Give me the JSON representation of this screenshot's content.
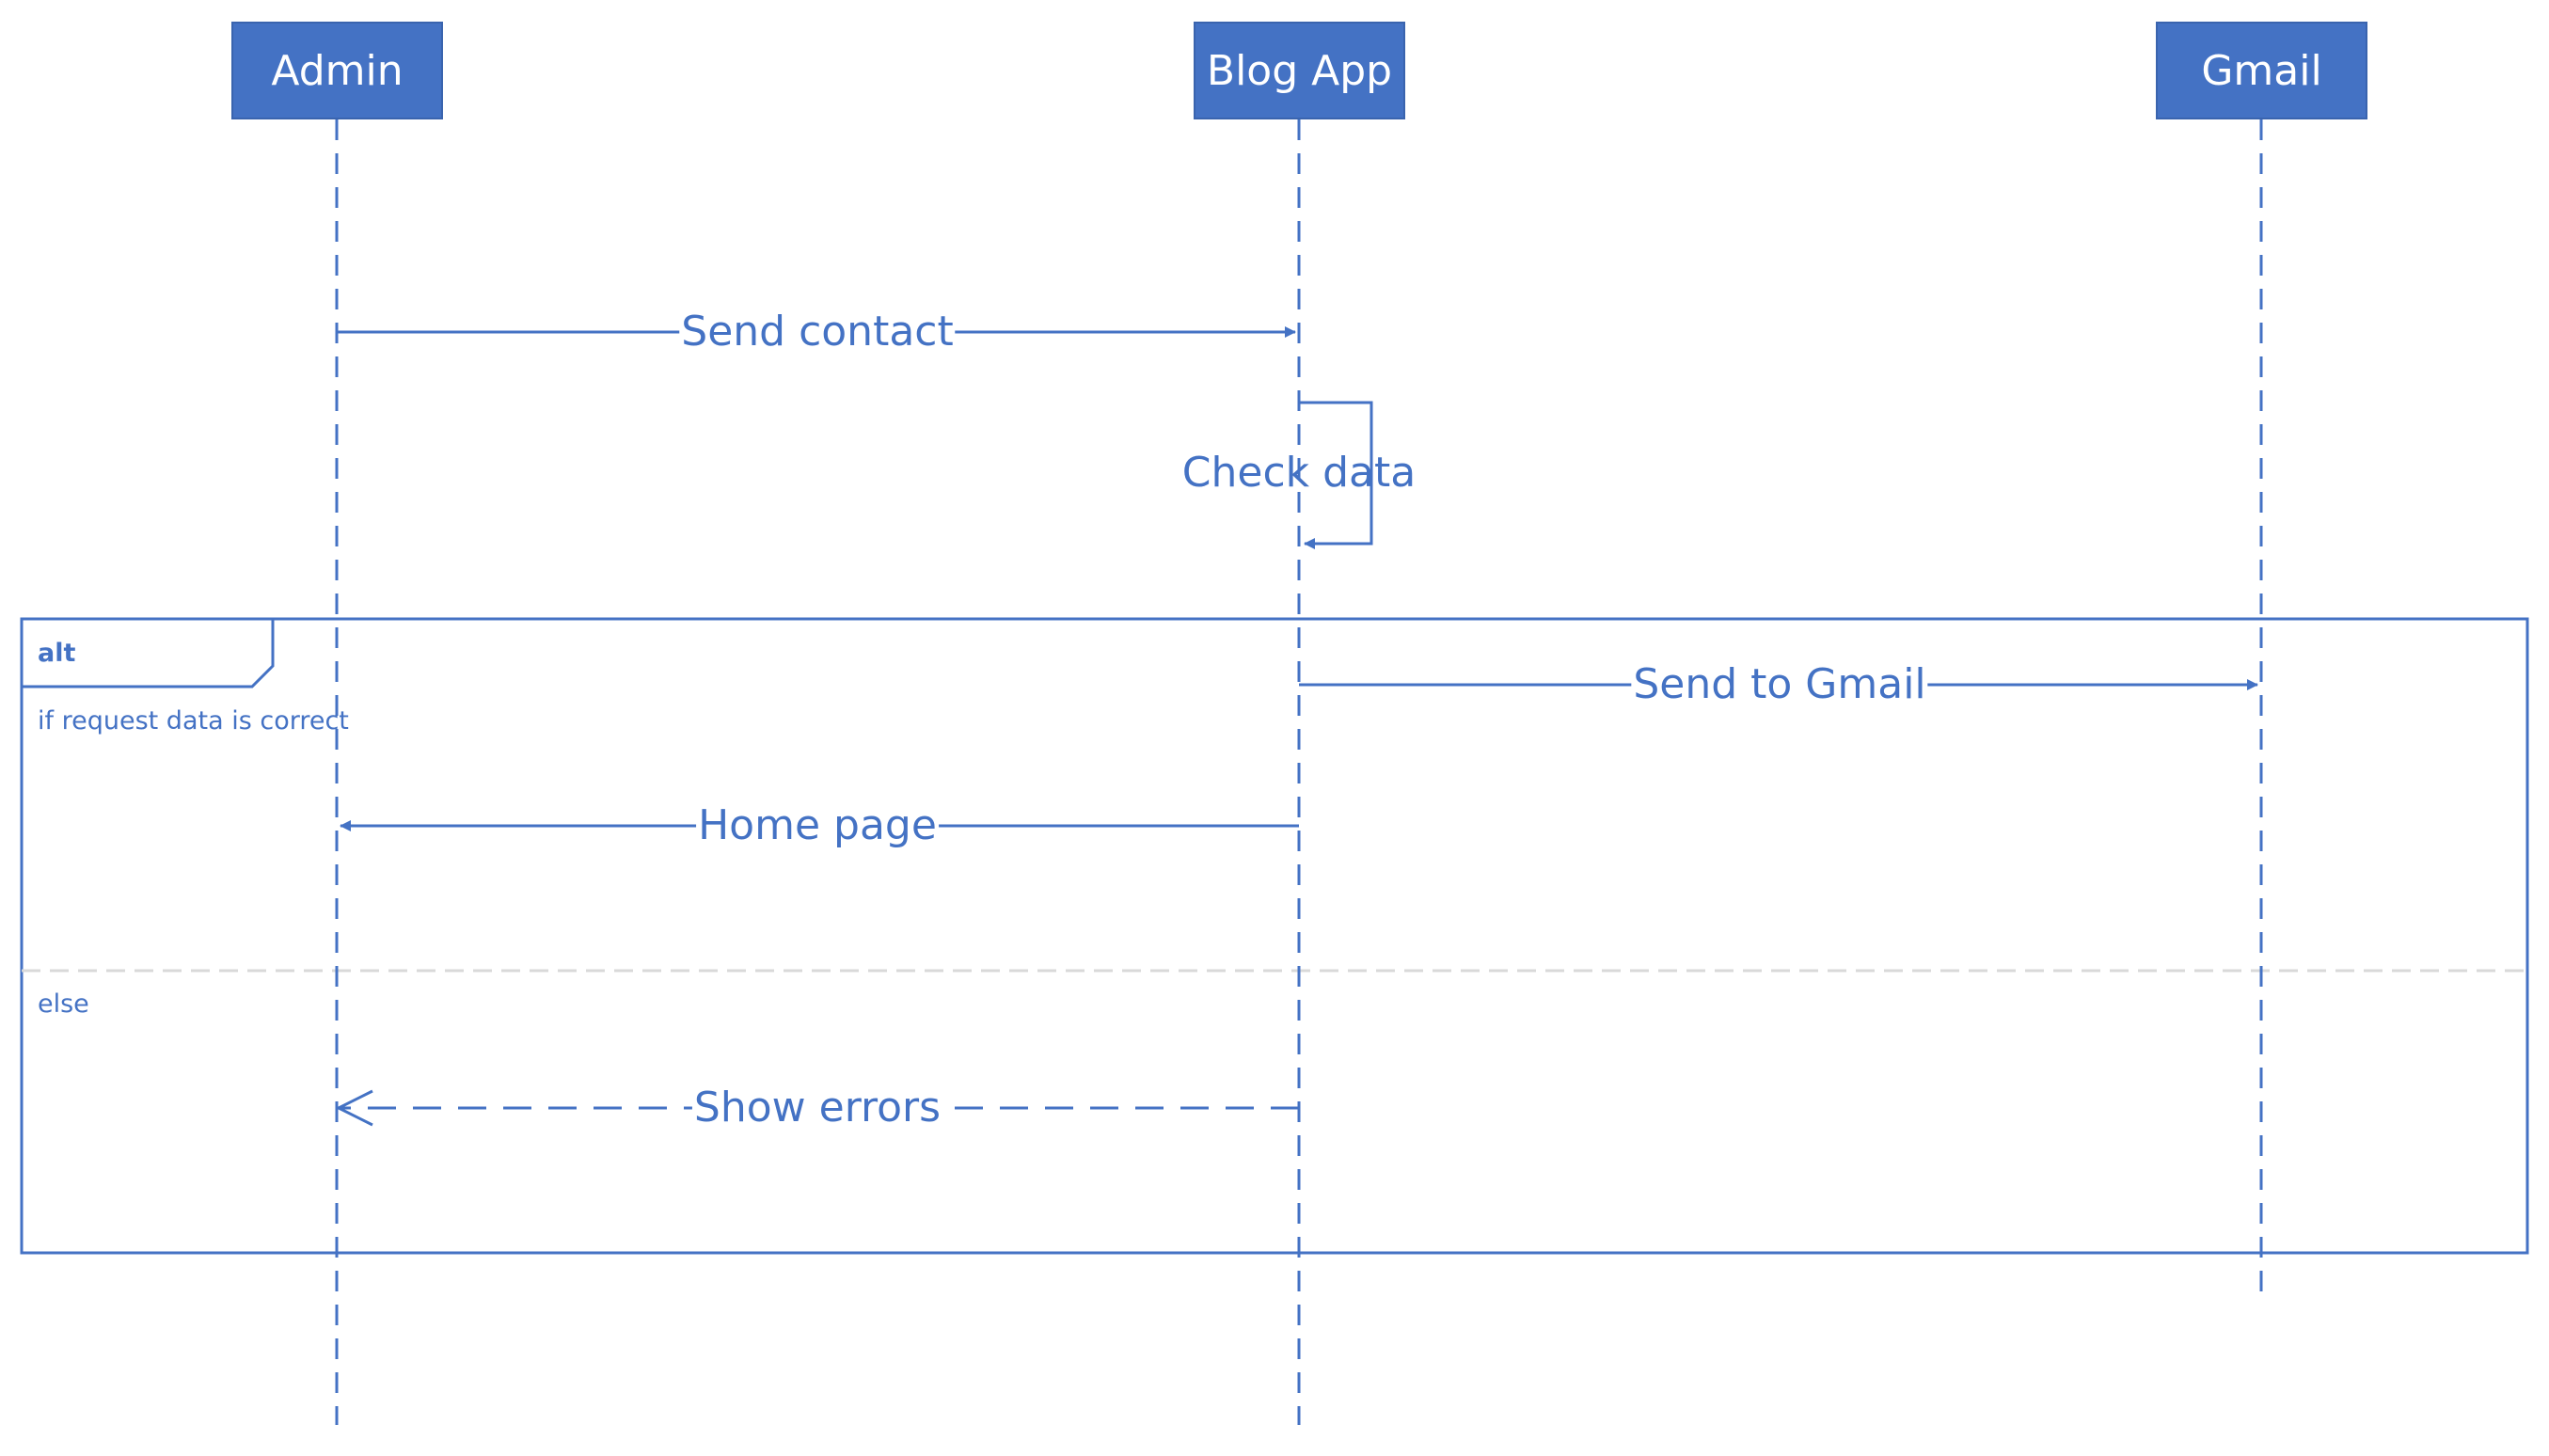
{
  "colors": {
    "line": "#4472C4",
    "header_fill": "#4472C4",
    "header_text": "#FFFFFF",
    "divider": "#D9D9D9"
  },
  "participants": [
    {
      "label": "Admin"
    },
    {
      "label": "Blog App"
    },
    {
      "label": "Gmail"
    }
  ],
  "messages": [
    {
      "label": "Send contact",
      "from": "Admin",
      "to": "Blog App",
      "style": "solid"
    },
    {
      "label": "Check data",
      "from": "Blog App",
      "to": "Blog App",
      "style": "solid"
    },
    {
      "label": "Send to Gmail",
      "from": "Blog App",
      "to": "Gmail",
      "style": "solid"
    },
    {
      "label": "Home page",
      "from": "Blog App",
      "to": "Admin",
      "style": "solid"
    },
    {
      "label": "Show errors",
      "from": "Blog App",
      "to": "Admin",
      "style": "dashed-return"
    }
  ],
  "fragment": {
    "operator": "alt",
    "guard": "if request data is correct",
    "else_label": "else"
  }
}
